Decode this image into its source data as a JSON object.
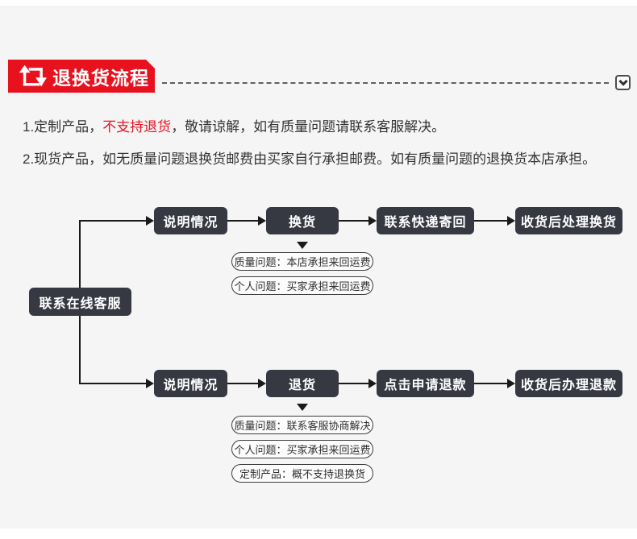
{
  "colors": {
    "accent_red": "#e8121f",
    "node_dark": "#363842",
    "background": "#f5f5f5",
    "line": "#1a1a1a"
  },
  "header": {
    "title": "退换货流程",
    "icon": "exchange-loop-icon",
    "collapse_icon": "chevron-down-icon"
  },
  "notes": [
    {
      "prefix": "1.定制产品，",
      "highlight": "不支持退货",
      "suffix": "，敬请谅解，如有质量问题请联系客服解决。"
    },
    {
      "text": "2.现货产品，如无质量问题退换货邮费由买家自行承担邮费。如有质量问题的退换货本店承担。"
    }
  ],
  "flowchart": {
    "root": "联系在线客服",
    "branches": [
      {
        "steps": [
          "说明情况",
          "换货",
          "联系快递寄回",
          "收货后处理换货"
        ],
        "annotations": [
          "质量问题：本店承担来回运费",
          "个人问题：买家承担来回运费"
        ]
      },
      {
        "steps": [
          "说明情况",
          "退货",
          "点击申请退款",
          "收货后办理退款"
        ],
        "annotations": [
          "质量问题：联系客服协商解决",
          "个人问题：买家承担来回运费",
          "定制产品：概不支持退换货"
        ]
      }
    ]
  }
}
